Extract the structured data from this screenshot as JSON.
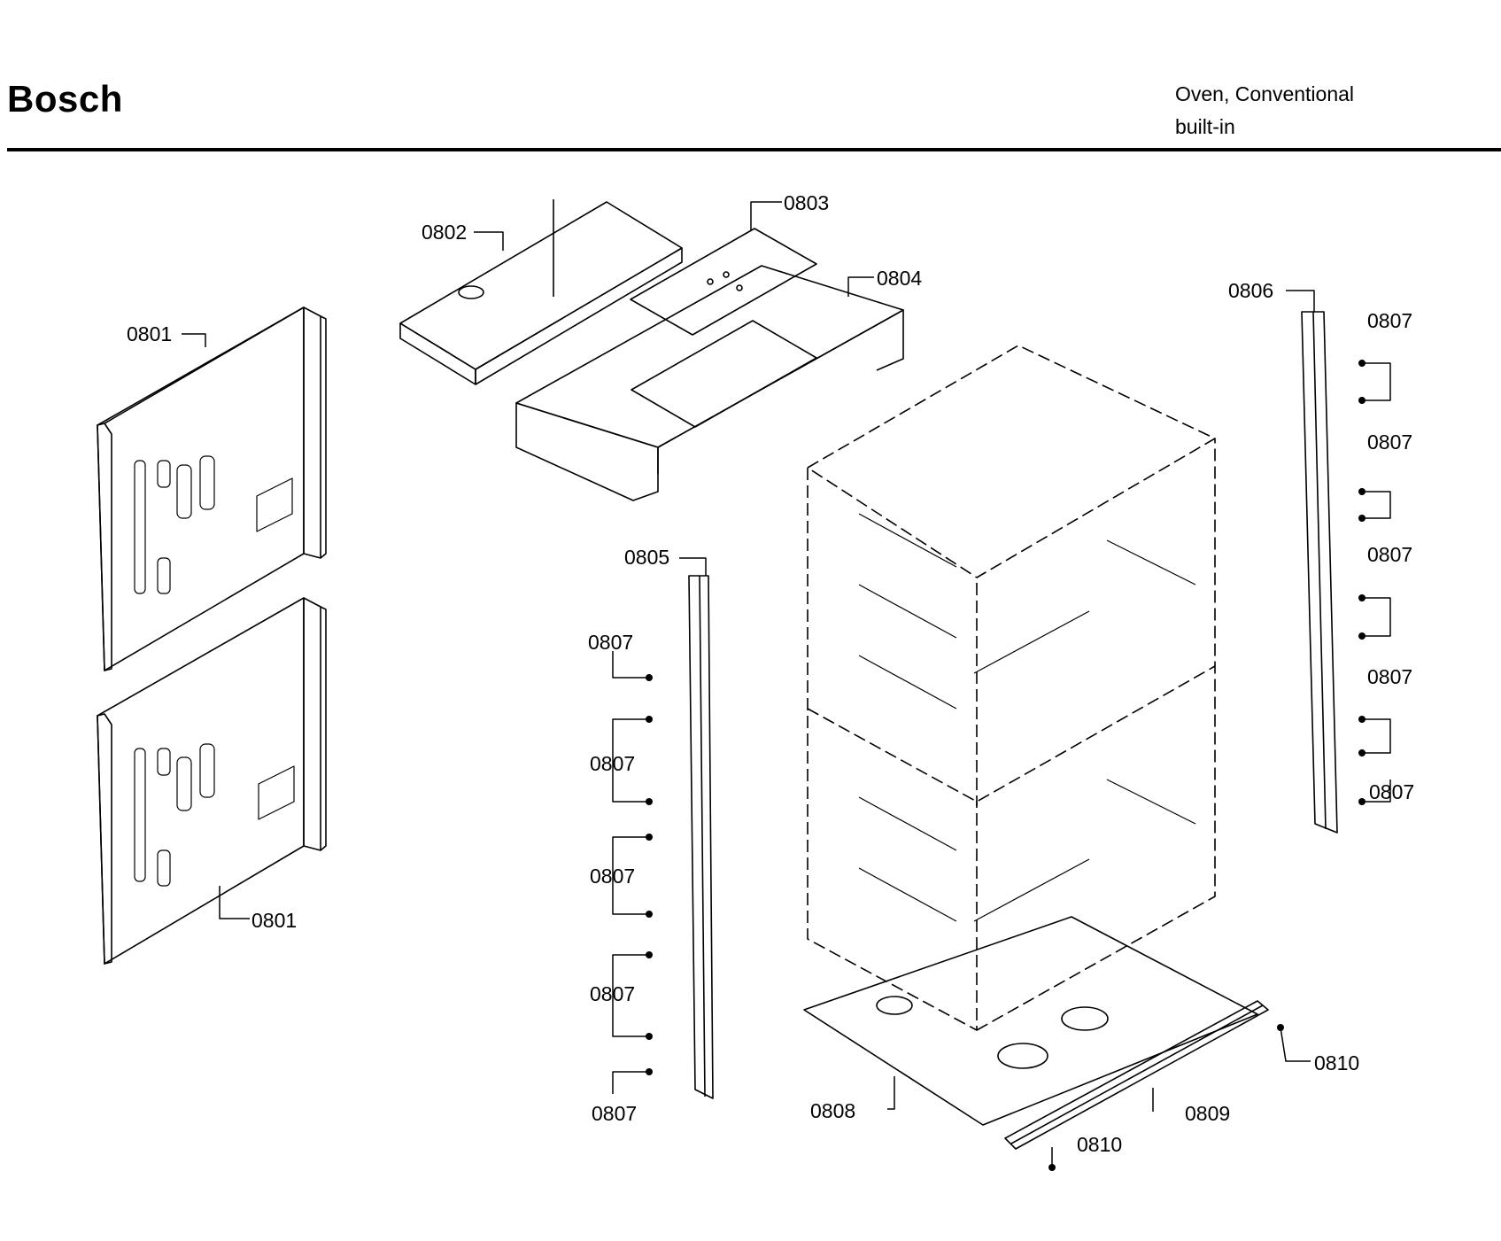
{
  "header": {
    "brand": "Bosch",
    "product_line1": "Oven, Conventional",
    "product_line2": "built-in"
  },
  "diagram": {
    "labels": {
      "side_panel_upper": "0801",
      "side_panel_lower": "0801",
      "top_cover": "0802",
      "heat_shield": "0803",
      "top_frame": "0804",
      "left_rail": "0805",
      "right_rail": "0806",
      "left_screw_1": "0807",
      "left_screw_2": "0807",
      "left_screw_3": "0807",
      "left_screw_4": "0807",
      "left_screw_5": "0807",
      "right_screw_1": "0807",
      "right_screw_2": "0807",
      "right_screw_3": "0807",
      "right_screw_4": "0807",
      "right_screw_5": "0807",
      "bottom_panel": "0808",
      "front_trim": "0809",
      "trim_screw_right": "0810",
      "trim_screw_bottom": "0810"
    }
  }
}
